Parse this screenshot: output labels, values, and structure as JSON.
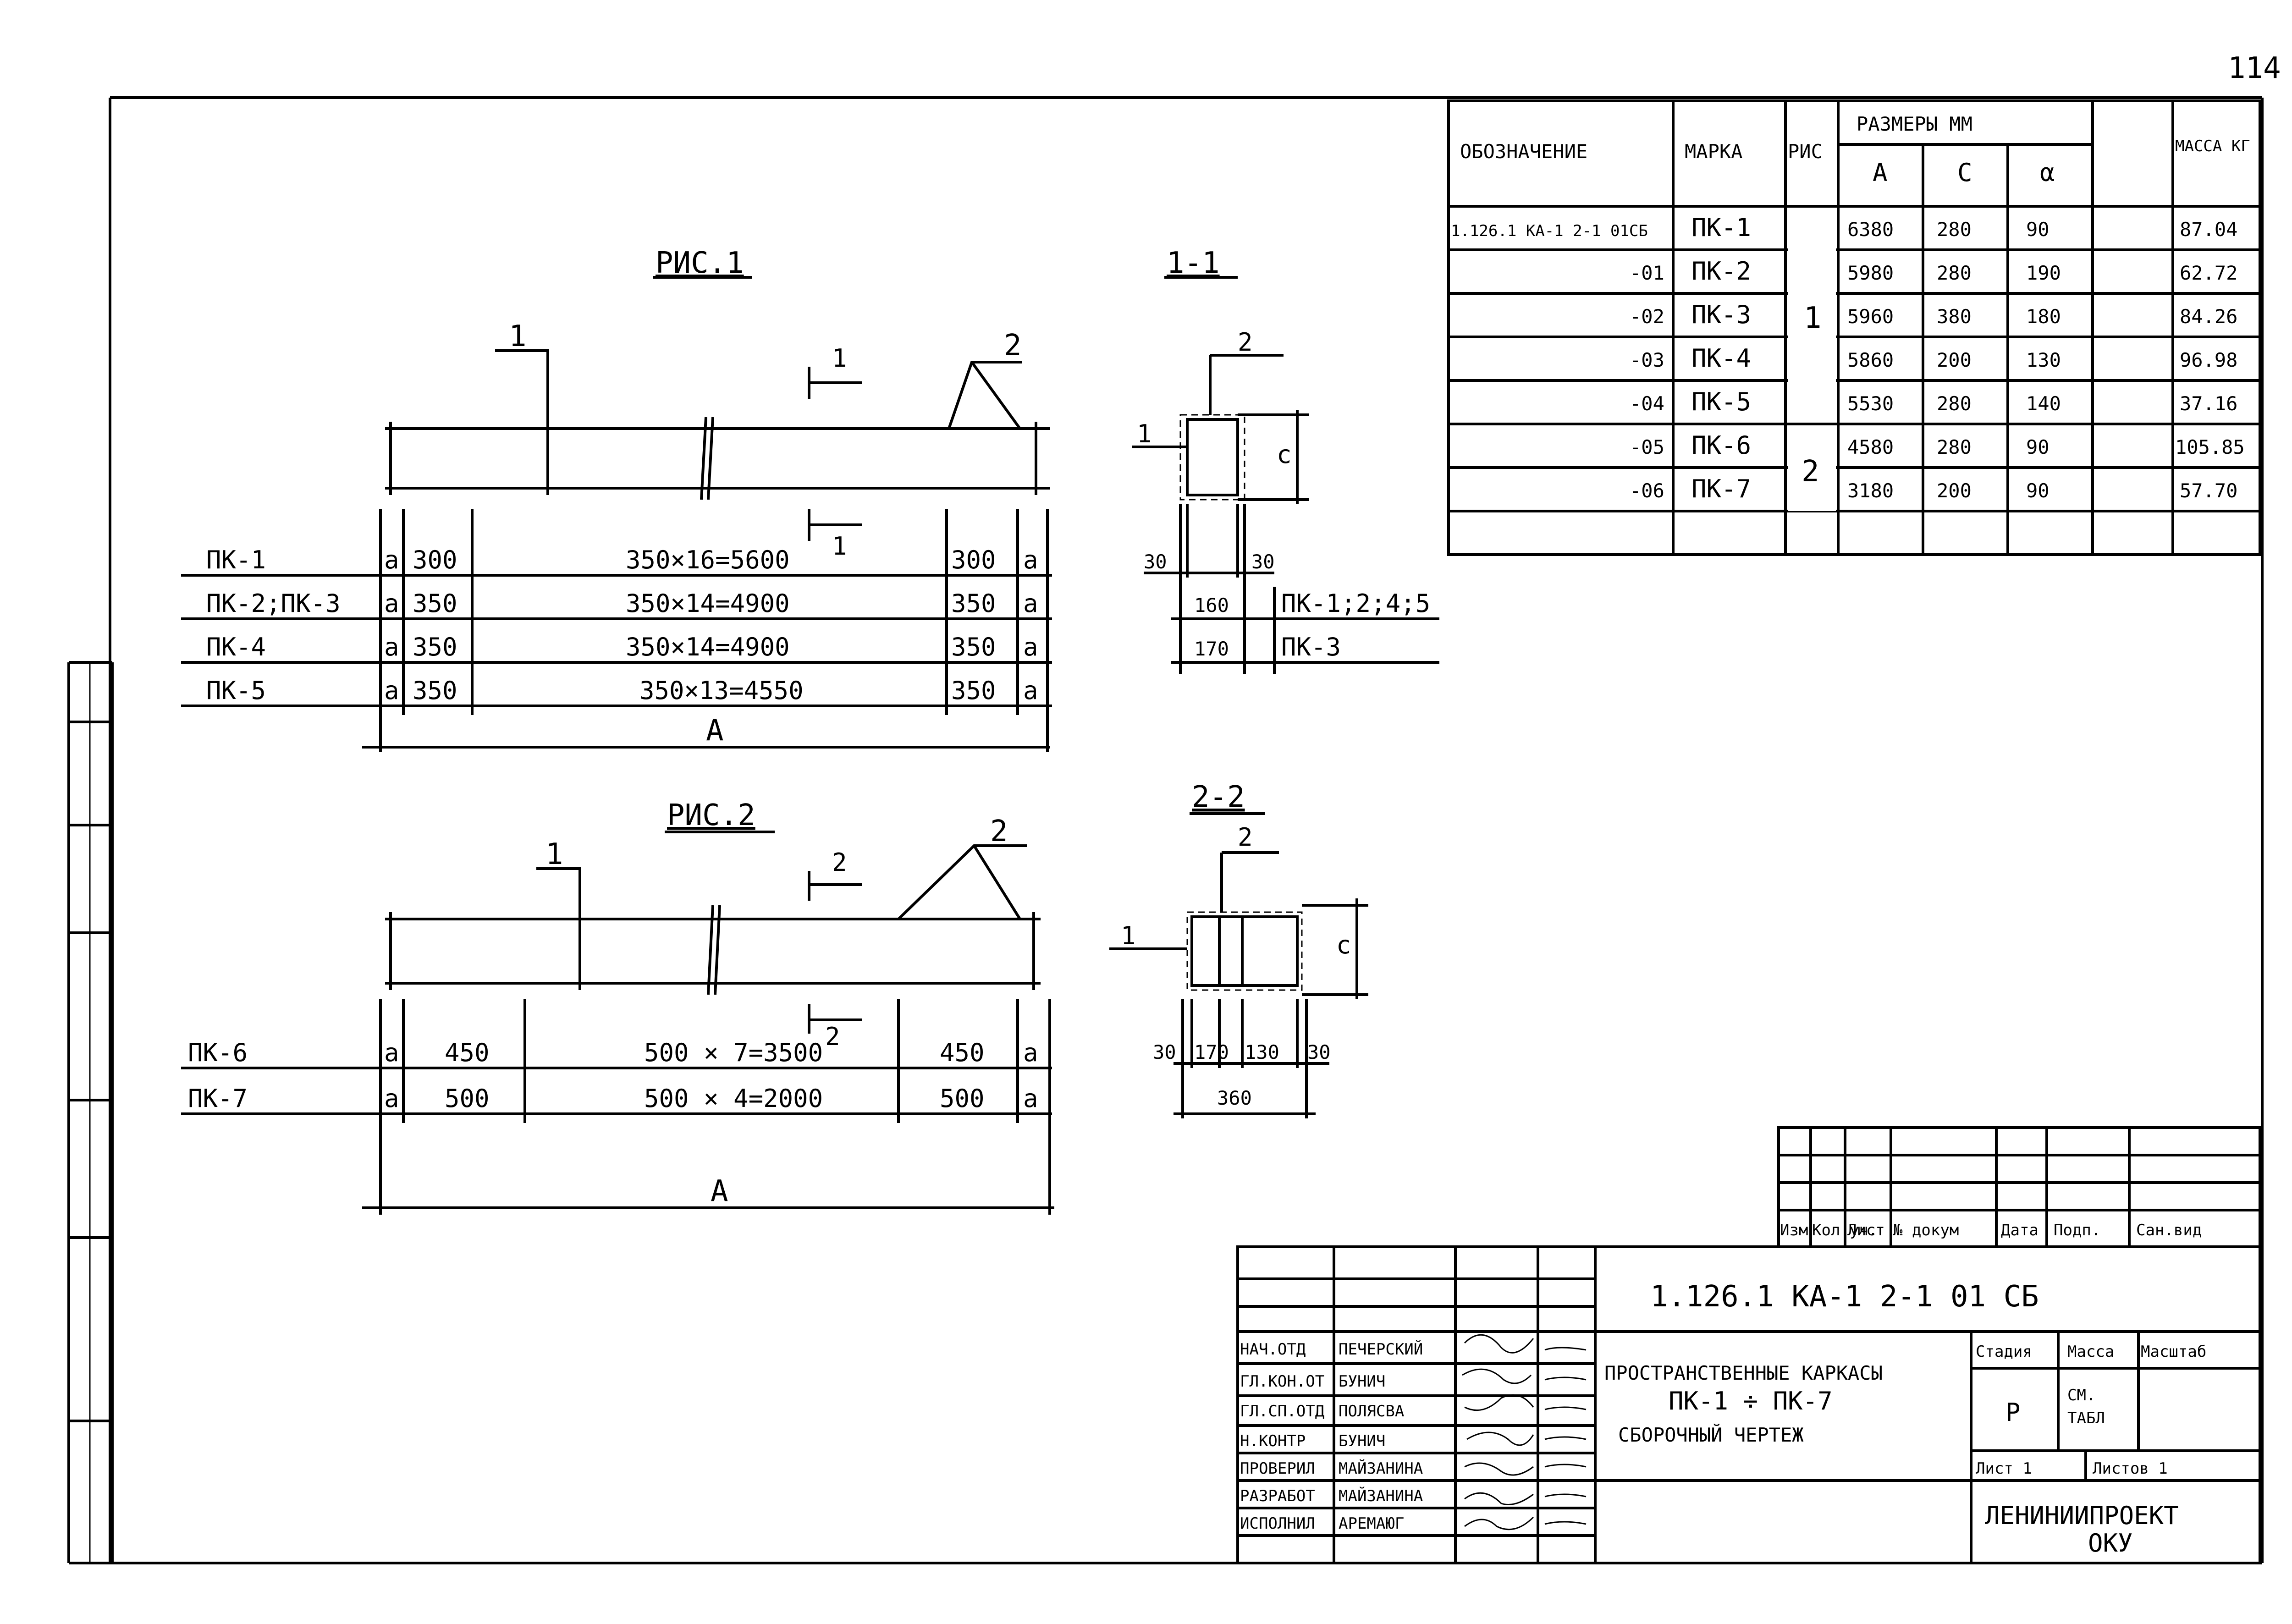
{
  "page_number": "114",
  "fig1": {
    "title": "РИС.1",
    "section_label": "1-1",
    "callout_1": "1",
    "callout_2": "2",
    "cut_mark": "1",
    "rows": [
      {
        "name": "ПК-1",
        "a": "a",
        "left": "300",
        "mid": "350×16=5600",
        "right": "300",
        "a2": "a"
      },
      {
        "name": "ПК-2;ПК-3",
        "a": "a",
        "left": "350",
        "mid": "350×14=4900",
        "right": "350",
        "a2": "a"
      },
      {
        "name": "ПК-4",
        "a": "a",
        "left": "350",
        "mid": "350×14=4900",
        "right": "350",
        "a2": "a"
      },
      {
        "name": "ПК-5",
        "a": "a",
        "left": "350",
        "mid": "350×13=4550",
        "right": "350",
        "a2": "a"
      }
    ],
    "overall": "А"
  },
  "section11": {
    "label": "1-1",
    "c_label": "с",
    "left_30": "30",
    "right_30": "30",
    "widths": [
      {
        "value": "160",
        "marks": "ПК-1;2;4;5"
      },
      {
        "value": "170",
        "marks": "ПК-3"
      }
    ],
    "callout_1": "1",
    "callout_2": "2"
  },
  "fig2": {
    "title": "РИС.2",
    "callout_1": "1",
    "callout_2": "2",
    "cut_mark": "2",
    "rows": [
      {
        "name": "ПК-6",
        "a": "a",
        "left": "450",
        "mid": "500 × 7=3500",
        "right": "450",
        "a2": "a"
      },
      {
        "name": "ПК-7",
        "a": "a",
        "left": "500",
        "mid": "500 × 4=2000",
        "right": "500",
        "a2": "a"
      }
    ],
    "overall": "А"
  },
  "section22": {
    "label": "2-2",
    "c_label": "с",
    "callout_1": "1",
    "callout_2": "2",
    "dims": [
      "30",
      "170",
      "130",
      "30"
    ],
    "total": "360"
  },
  "spec_table": {
    "headers": {
      "designation": "ОБОЗНАЧЕНИЕ",
      "mark": "МАРКА",
      "fig": "РИС",
      "sizes": "РАЗМЕРЫ ММ",
      "a": "А",
      "c": "С",
      "alpha": "α",
      "mass": "МАССА КГ"
    },
    "rows": [
      {
        "designation": "1.126.1 КА-1 2-1 01СБ",
        "mark": "ПК-1",
        "a": "6380",
        "c": "280",
        "alpha": "90",
        "mass": "87.04"
      },
      {
        "designation": "-01",
        "mark": "ПК-2",
        "a": "5980",
        "c": "280",
        "alpha": "190",
        "mass": "62.72"
      },
      {
        "designation": "-02",
        "mark": "ПК-3",
        "a": "5960",
        "c": "380",
        "alpha": "180",
        "mass": "84.26"
      },
      {
        "designation": "-03",
        "mark": "ПК-4",
        "a": "5860",
        "c": "200",
        "alpha": "130",
        "mass": "96.98"
      },
      {
        "designation": "-04",
        "mark": "ПК-5",
        "a": "5530",
        "c": "280",
        "alpha": "140",
        "mass": "37.16"
      },
      {
        "designation": "-05",
        "mark": "ПК-6",
        "a": "4580",
        "c": "280",
        "alpha": "90",
        "mass": "105.85"
      },
      {
        "designation": "-06",
        "mark": "ПК-7",
        "a": "3180",
        "c": "200",
        "alpha": "90",
        "mass": "57.70"
      }
    ],
    "fig_groups": [
      "1",
      "2"
    ]
  },
  "title_block": {
    "rev_headers": [
      "Изм",
      "Кол уч.",
      "Лист",
      "№ докум",
      "Дата",
      "Подп.",
      "Сан.вид"
    ],
    "code": "1.126.1   КА-1    2-1    01 СБ",
    "name_line1": "ПРОСТРАНСТВЕННЫЕ  КАРКАСЫ",
    "name_line2": "ПК-1 ÷ ПК-7",
    "name_line3": "СБОРОЧНЫЙ  ЧЕРТЕЖ",
    "stage_label": "Стадия",
    "mass_label": "Масса",
    "scale_label": "Масштаб",
    "stage": "Р",
    "mass_value_1": "СМ.",
    "mass_value_2": "ТАБЛ",
    "sheet_label": "Лист 1",
    "sheets_label": "Листов 1",
    "org_line1": "ЛЕНИНИИПРОЕКТ",
    "org_line2": "ОКУ",
    "signers": [
      {
        "role": "НАЧ.ОТД",
        "name": "ПЕЧЕРСКИЙ"
      },
      {
        "role": "ГЛ.КОН.ОТ",
        "name": "БУНИЧ"
      },
      {
        "role": "ГЛ.СП.ОТД",
        "name": "ПОЛЯСВА"
      },
      {
        "role": "Н.КОНТР",
        "name": "БУНИЧ"
      },
      {
        "role": "ПРОВЕРИЛ",
        "name": "МАЙЗАНИНА"
      },
      {
        "role": "РАЗРАБОТ",
        "name": "МАЙЗАНИНА"
      },
      {
        "role": "ИСПОЛНИЛ",
        "name": "АРЕМАЮГ"
      }
    ]
  }
}
